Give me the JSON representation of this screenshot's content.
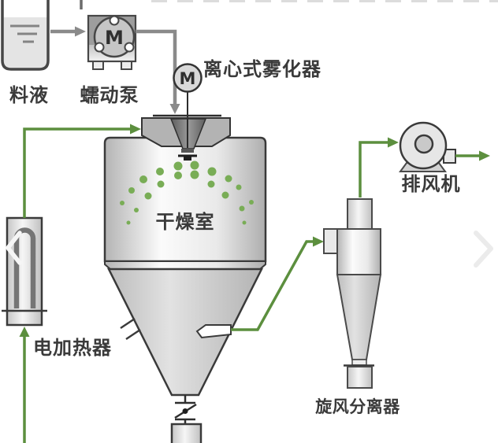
{
  "diagram": {
    "title_labels": {
      "feed_liquid": "料液",
      "peristaltic_pump": "蠕动泵",
      "centrifugal_atomizer": "离心式雾化器",
      "drying_chamber": "干燥室",
      "electric_heater": "电加热器",
      "exhaust_fan": "排风机",
      "cyclone_separator": "旋风分离器"
    },
    "motor_letter": "M",
    "colors": {
      "flow_green": "#5c8f3e",
      "spray_dot_green": "#79ad56",
      "pipe_gray": "#8a8a8a",
      "outline_dark": "#3a3a3a",
      "label_text": "#3a3a3a",
      "metal_light": "#f5f5f5",
      "metal_mid": "#c9c9c9",
      "lid_gray": "#b3b3b3"
    },
    "spray_dots": [
      [
        203,
        218,
        5
      ],
      [
        226,
        211,
        5.5
      ],
      [
        247,
        210,
        5.5
      ],
      [
        269,
        218,
        5.5
      ],
      [
        226,
        223,
        5
      ],
      [
        247,
        222,
        5.5
      ],
      [
        182,
        228,
        5
      ],
      [
        290,
        227,
        4.5
      ],
      [
        204,
        234,
        4.5
      ],
      [
        268,
        234,
        4.5
      ],
      [
        167,
        242,
        4
      ],
      [
        303,
        238,
        3.5
      ],
      [
        188,
        249,
        4.5
      ],
      [
        286,
        248,
        4.5
      ],
      [
        155,
        258,
        3
      ],
      [
        319,
        257,
        3
      ],
      [
        173,
        267,
        3
      ],
      [
        307,
        265,
        3.5
      ],
      [
        163,
        283,
        2.5
      ],
      [
        310,
        283,
        2.5
      ]
    ]
  }
}
